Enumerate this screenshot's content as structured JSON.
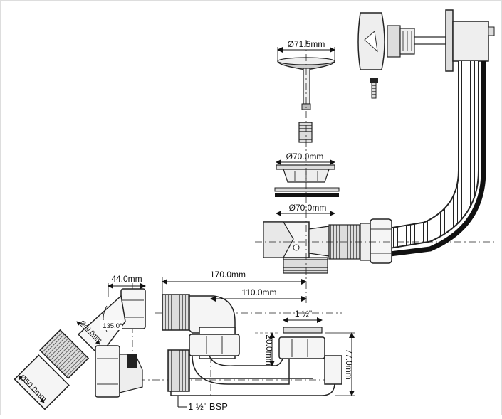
{
  "dimensions": {
    "overflow_plug_diameter": "Ø71.5mm",
    "strainer_diameter": "Ø70.0mm",
    "washer_diameter": "Ø70.0mm",
    "trap_outlet_offset": "44.0mm",
    "overall_length": "170.0mm",
    "trap_center_length": "110.0mm",
    "inlet_thread": "1 ½\"",
    "water_seal_depth": "20.0mm",
    "trap_height": "77.0mm",
    "elbow_angle": "135.0°",
    "elbow_diameter": "Ø40.0mm",
    "outlet_diameter": "Ø50.0mm",
    "outlet_thread": "1 ½\" BSP"
  }
}
